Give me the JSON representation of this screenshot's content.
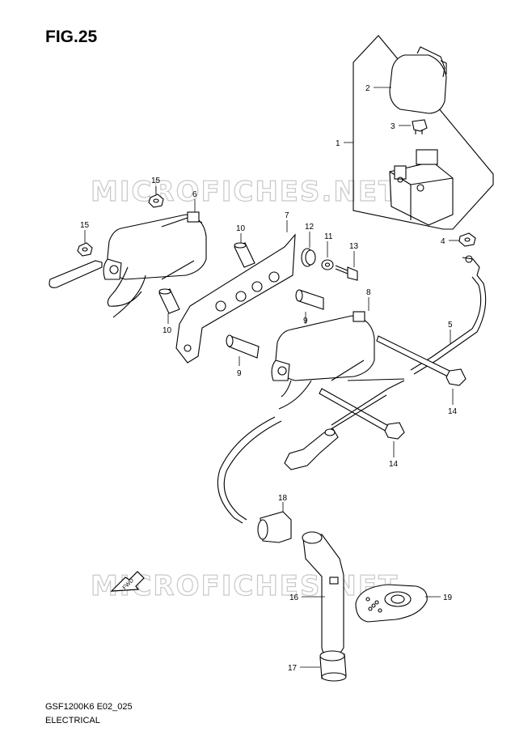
{
  "figure": {
    "title": "FIG.25",
    "model_code": "GSF1200K6 E02_025",
    "section": "ELECTRICAL"
  },
  "watermark": "MICROFICHES.NET",
  "callouts": [
    {
      "id": "c1",
      "label": "1"
    },
    {
      "id": "c2",
      "label": "2"
    },
    {
      "id": "c3",
      "label": "3"
    },
    {
      "id": "c4",
      "label": "4"
    },
    {
      "id": "c5",
      "label": "5"
    },
    {
      "id": "c6",
      "label": "6"
    },
    {
      "id": "c7",
      "label": "7"
    },
    {
      "id": "c8",
      "label": "8"
    },
    {
      "id": "c9a",
      "label": "9"
    },
    {
      "id": "c9b",
      "label": "9"
    },
    {
      "id": "c10a",
      "label": "10"
    },
    {
      "id": "c10b",
      "label": "10"
    },
    {
      "id": "c11",
      "label": "11"
    },
    {
      "id": "c12",
      "label": "12"
    },
    {
      "id": "c13",
      "label": "13"
    },
    {
      "id": "c14a",
      "label": "14"
    },
    {
      "id": "c14b",
      "label": "14"
    },
    {
      "id": "c15a",
      "label": "15"
    },
    {
      "id": "c15b",
      "label": "15"
    },
    {
      "id": "c16",
      "label": "16"
    },
    {
      "id": "c17",
      "label": "17"
    },
    {
      "id": "c18",
      "label": "18"
    },
    {
      "id": "c19",
      "label": "19"
    }
  ],
  "fwd_arrow_text": "FWD",
  "colors": {
    "line": "#000000",
    "watermark": "#c8c8c8",
    "background": "#ffffff"
  }
}
